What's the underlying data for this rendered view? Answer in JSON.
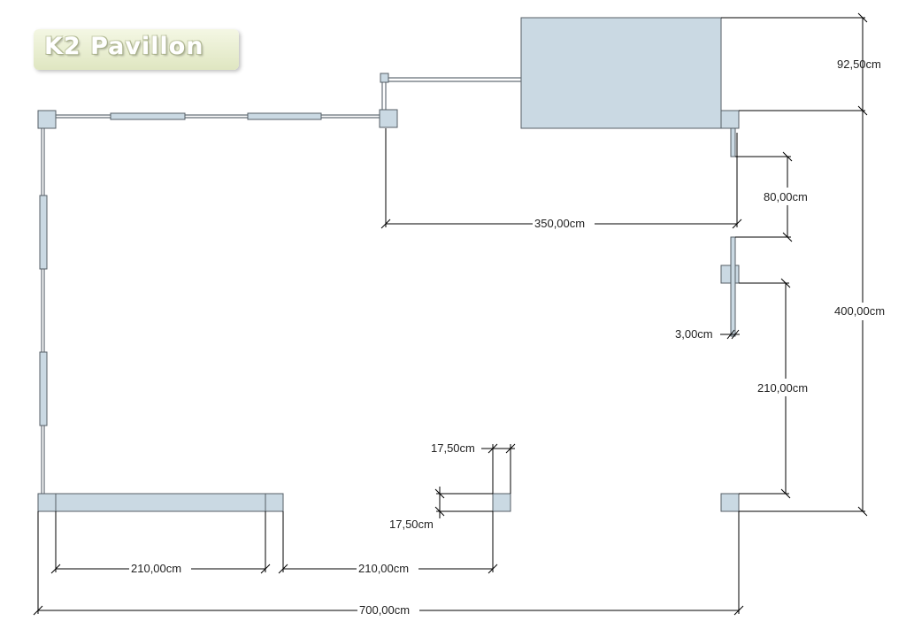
{
  "logo": {
    "text": "K2 Pavillon"
  },
  "dimensions": {
    "roof_depth": "92,50cm",
    "width_350": "350,00cm",
    "gap_80": "80,00cm",
    "depth_400": "400,00cm",
    "thickness_3": "3,00cm",
    "panel_210_right": "210,00cm",
    "post_175_top": "17,50cm",
    "post_175_bottom": "17,50cm",
    "panel_210_left": "210,00cm",
    "panel_210_mid": "210,00cm",
    "total_700": "700,00cm"
  },
  "colors": {
    "element_fill": "#cad9e3",
    "element_stroke": "#555e66",
    "logo_background": "#e6ecc9"
  }
}
